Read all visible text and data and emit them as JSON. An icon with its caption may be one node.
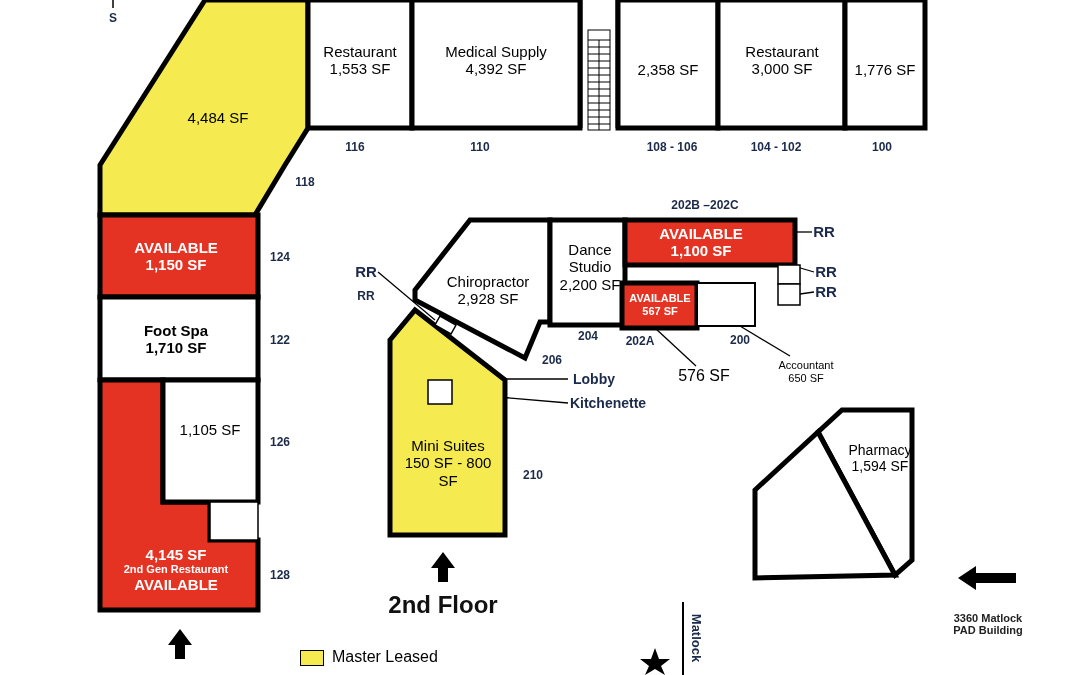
{
  "diagram": {
    "nodes": [
      {
        "text": [
          "4,484 SF"
        ]
      },
      {
        "text": [
          "Restaurant",
          "1,553 SF"
        ]
      },
      {
        "text": [
          "Medical Supply",
          "4,392 SF"
        ]
      },
      {
        "text": [
          "2,358 SF"
        ]
      },
      {
        "text": [
          "Restaurant",
          "3,000 SF"
        ]
      },
      {
        "text": [
          "1,776 SF"
        ]
      },
      {
        "text": [
          "AVAILABLE",
          "1,150 SF"
        ]
      },
      {
        "text": [
          "Foot Spa",
          "1,710 SF"
        ]
      },
      {
        "text": [
          "4,145 SF",
          "2nd Gen Restaurant",
          "AVAILABLE"
        ]
      },
      {
        "text": [
          "1,105 SF"
        ]
      },
      {
        "text": [],
        "shape": "box"
      },
      {
        "text": [
          "Chiropractor",
          "2,928 SF"
        ]
      },
      {
        "text": [
          "Dance Studio",
          "2,200 SF"
        ]
      },
      {
        "text": [
          "AVAILABLE",
          "1,100 SF"
        ]
      },
      {
        "text": [
          "AVAILABLE",
          "567 SF"
        ]
      },
      {
        "text": [],
        "shape": "box"
      },
      {
        "text": [],
        "shape": "box"
      },
      {
        "text": [],
        "shape": "box"
      },
      {
        "text": [
          "Mini Suites",
          "150 SF - 800 SF"
        ]
      },
      {
        "text": [],
        "shape": "box"
      },
      {
        "text": [],
        "shape": "box",
        "in": 18
      },
      {
        "text": [
          "Pharmacy",
          "1,594 SF"
        ]
      },
      {
        "text": [],
        "shape": "box"
      },
      {
        "text": [
          "RR"
        ]
      },
      {
        "text": [
          "RR"
        ]
      },
      {
        "text": [
          "RR"
        ]
      },
      {
        "text": [
          "RR"
        ]
      },
      {
        "text": [
          "Lobby"
        ]
      },
      {
        "text": [
          "Kitchenette"
        ]
      },
      {
        "text": [
          "576 SF"
        ]
      },
      {
        "text": [
          "Accountant",
          "650 SF"
        ]
      }
    ],
    "edges": [
      {
        "from": 23,
        "to": 13,
        "arrow": "none"
      },
      {
        "from": 24,
        "to": 16,
        "arrow": "none"
      },
      {
        "from": 25,
        "to": 17,
        "arrow": "none"
      },
      {
        "from": 26,
        "to": 19,
        "arrow": "none"
      },
      {
        "from": 27,
        "to": 18,
        "arrow": "none"
      },
      {
        "from": 28,
        "to": 20,
        "arrow": "none"
      },
      {
        "from": 29,
        "to": 14,
        "arrow": "none"
      },
      {
        "from": 30,
        "to": 15,
        "arrow": "none"
      }
    ],
    "labels": [
      "S",
      "116",
      "110",
      "108 - 106",
      "104 - 102",
      "100",
      "118",
      "202B –202C",
      "124",
      "RR",
      "122",
      "204",
      "202A",
      "200",
      "206",
      "126",
      "210",
      "128",
      "2nd Floor",
      "3360 Matlock PAD Building",
      "Matlock"
    ],
    "legend": [
      {
        "text": "Master Leased",
        "color": "#f5ea4f"
      }
    ]
  }
}
